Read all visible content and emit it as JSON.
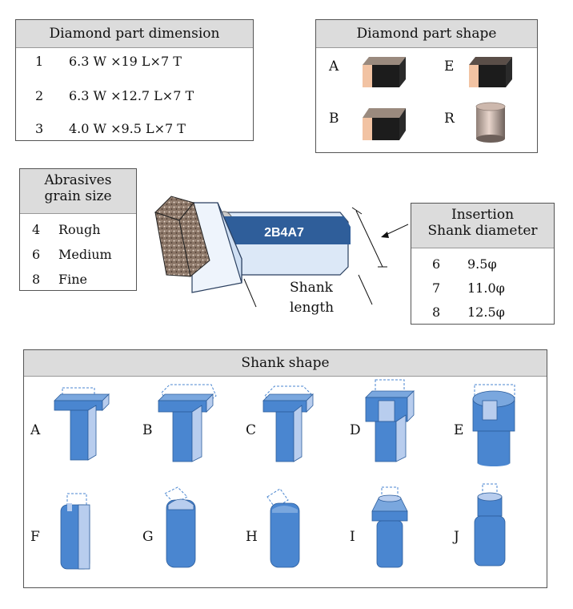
{
  "dimension": {
    "title": "Diamond part dimension",
    "rows": [
      {
        "code": "1",
        "value": "6.3 W ×19 L×7 T"
      },
      {
        "code": "2",
        "value": "6.3 W ×12.7 L×7 T"
      },
      {
        "code": "3",
        "value": "4.0 W ×9.5 L×7 T"
      }
    ]
  },
  "shape": {
    "title": "Diamond part shape",
    "items": [
      {
        "code": "A",
        "icon": "tip-block-icon"
      },
      {
        "code": "E",
        "icon": "tip-block-dark-icon"
      },
      {
        "code": "B",
        "icon": "tip-bevel-icon"
      },
      {
        "code": "R",
        "icon": "tip-cylinder-icon"
      }
    ]
  },
  "grain": {
    "title_line1": "Abrasives",
    "title_line2": "grain size",
    "rows": [
      {
        "code": "4",
        "value": "Rough"
      },
      {
        "code": "6",
        "value": "Medium"
      },
      {
        "code": "8",
        "value": "Fine"
      }
    ]
  },
  "insertion": {
    "title_line1": "Insertion",
    "title_line2": "Shank diameter",
    "rows": [
      {
        "code": "6",
        "value": "9.5φ"
      },
      {
        "code": "7",
        "value": "11.0φ"
      },
      {
        "code": "8",
        "value": "12.5φ"
      }
    ]
  },
  "tool": {
    "model_code": "2B4A7",
    "shank_label_line1": "Shank",
    "shank_label_line2": "length"
  },
  "shank_shape": {
    "title": "Shank shape",
    "items": [
      {
        "code": "A",
        "icon": "shank-a-icon"
      },
      {
        "code": "B",
        "icon": "shank-b-icon"
      },
      {
        "code": "C",
        "icon": "shank-c-icon"
      },
      {
        "code": "D",
        "icon": "shank-d-icon"
      },
      {
        "code": "E",
        "icon": "shank-e-icon"
      },
      {
        "code": "F",
        "icon": "shank-f-icon"
      },
      {
        "code": "G",
        "icon": "shank-g-icon"
      },
      {
        "code": "H",
        "icon": "shank-h-icon"
      },
      {
        "code": "I",
        "icon": "shank-i-icon"
      },
      {
        "code": "J",
        "icon": "shank-j-icon"
      }
    ]
  },
  "colors": {
    "header_bg": "#dcdcdc",
    "shank_blue": "#4a86d0",
    "shank_light": "#b8cdee",
    "tip_face": "#f2c3a3",
    "tip_dark": "#1c1c1c",
    "band_blue": "#2f5e9a"
  }
}
